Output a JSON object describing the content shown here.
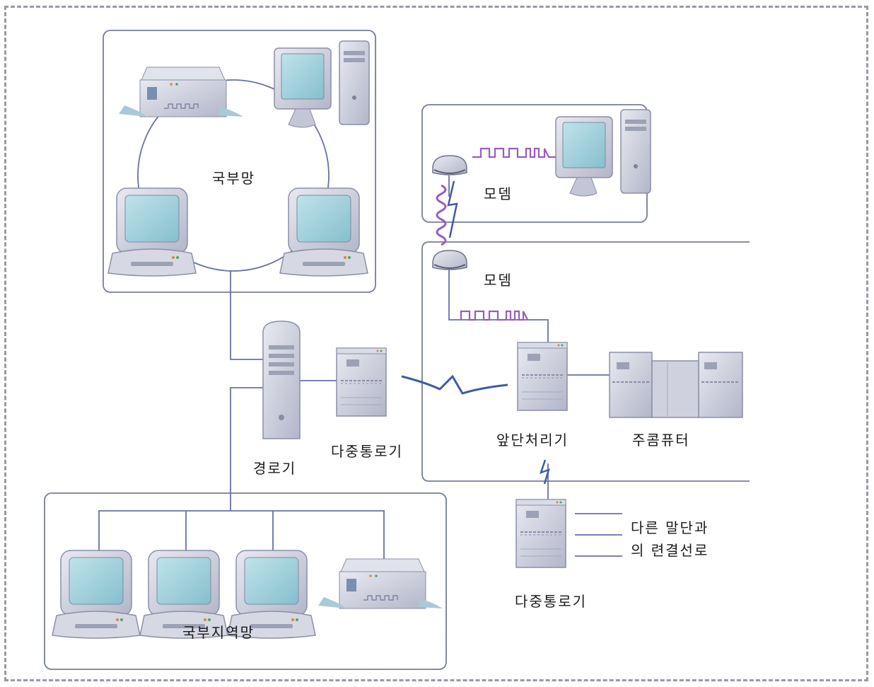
{
  "labels": {
    "ring_lan": "국부망",
    "modem_top": "모뎀",
    "modem_bottom": "모뎀",
    "router": "경로기",
    "multiplexer_center": "다중통로기",
    "front_end": "앞단처리기",
    "host": "주콤퓨터",
    "other_terminals_1": "다른 말단과",
    "other_terminals_2": "의 련결선로",
    "multiplexer_bottom": "다중통로기",
    "local_area_network": "국부지역망"
  },
  "colors": {
    "border": "#9a9aa6",
    "line": "#6870a8",
    "signal": "#9a5cc0",
    "screen": "#9ed0dc",
    "device": "#c9cbd9"
  }
}
